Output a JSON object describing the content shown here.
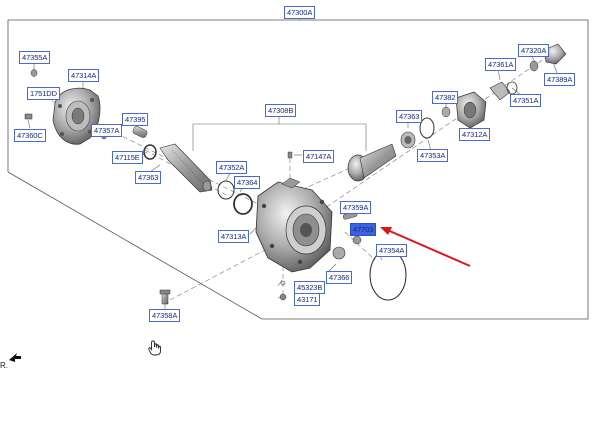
{
  "diagram": {
    "labels": {
      "l47300A": "47300A",
      "l47355A": "47355A",
      "l47314A": "47314A",
      "l1751DD": "1751DD",
      "l47357A": "47357A",
      "l47360C": "47360C",
      "l47395": "47395",
      "l47115E": "47115E",
      "l47363a": "47363",
      "l47308B": "47308B",
      "l47147A": "47147A",
      "l47352A": "47352A",
      "l47364": "47364",
      "l47313A": "47313A",
      "l47359A": "47359A",
      "l47703": "47703",
      "l47366": "47366",
      "l45323B": "45323B",
      "l43171": "43171",
      "l47354A": "47354A",
      "l47363b": "47363",
      "l47353A": "47353A",
      "l47382": "47382",
      "l47312A": "47312A",
      "l47361A": "47361A",
      "l47351A": "47351A",
      "l47320A": "47320A",
      "l47389A": "47389A",
      "l47358A": "47358A"
    },
    "selected_label": "47703",
    "edge_text": "R."
  },
  "colors": {
    "label_border": "#4a6ad0",
    "label_text": "#1a2a7a",
    "selected_bg": "#3b62e0",
    "arrow": "#e0141e"
  },
  "icons": [
    "hand-cursor-icon",
    "arrow-icon"
  ]
}
